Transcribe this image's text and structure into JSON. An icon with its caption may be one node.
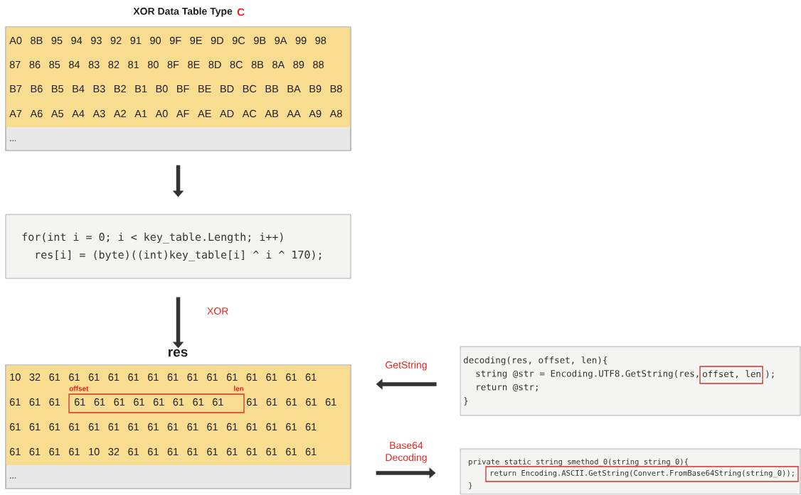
{
  "diagram": {
    "nodes": [
      {
        "text": [
          "XOR Data Table Type",
          "C",
          "A0 8B 95 94 93 92 91 90 9F 9E 9D 9C 9B 9A 99 98",
          "87 86 85 84 83 82 81 80 8F 8E 8D 8C 8B 8A 89 88",
          "B7 B6 B5 B4 B3 B2 B1 B0 BF BE BD BC BB BA B9 B8",
          "A7 A6 A5 A4 A3 A2 A1 A0 AF AE AD AC AB AA A9 A8",
          "..."
        ]
      },
      {
        "text": [
          "for(int i = 0; i < key_table.Length; i++)",
          "res[i] = (byte)((int)key_table[i] ^ i ^ 170);"
        ]
      },
      {
        "text": [
          "res",
          "10 32 61 61 61 61 61 61 61 61 61 61 61 61 61 61",
          "61 61 61",
          "61 61 61 61 61",
          "61 61 61 61 61 61 61 61 61 61 61 61 61 61 61 61",
          "61 61 61 61 10 32 61 61 61 61 61 61 61 61 61 61",
          "..."
        ]
      },
      {
        "text": [
          "offset",
          "len",
          "61 61 61 61 61 61 61 61"
        ],
        "in": 2
      },
      {
        "text": [
          "decoding(res, offset, len){",
          "string @str = Encoding.UTF8.GetString(res,",
          ");",
          "return @str;",
          "}"
        ]
      },
      {
        "text": [
          "offset, len"
        ],
        "in": 4
      },
      {
        "text": [
          "private static string smethod_0(string string_0){",
          "}"
        ]
      },
      {
        "text": [
          "return Encoding.ASCII.GetString(Convert.FromBase64String(string_0));"
        ],
        "in": 6
      }
    ],
    "edges": [
      {
        "from": 0,
        "to": 1,
        "arrow": "to"
      },
      {
        "from": 1,
        "to": 2,
        "arrow": "to",
        "label": "XOR"
      },
      {
        "from": 4,
        "to": 2,
        "arrow": "to",
        "label": "GetString"
      },
      {
        "from": 2,
        "to": 6,
        "arrow": "to",
        "label": "Base64 Decoding"
      }
    ]
  }
}
